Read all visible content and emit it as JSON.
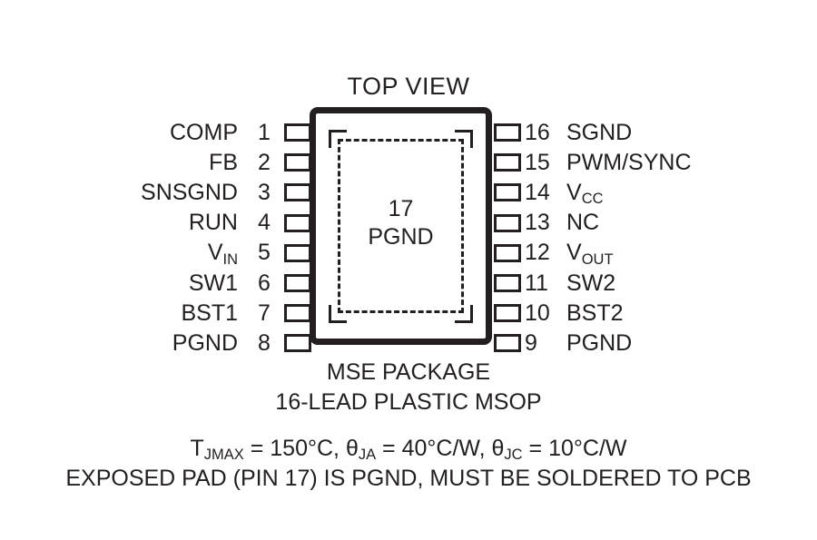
{
  "diagram": {
    "title": "TOP VIEW",
    "package_name": "MSE PACKAGE",
    "package_description": "16-LEAD PLASTIC MSOP",
    "exposed_pad": {
      "pin_number": "17",
      "pin_name": "PGND"
    },
    "notes": {
      "thermal": {
        "tj_symbol": "T",
        "tj_sub": "JMAX",
        "tj_value": " = 150°C, ",
        "theta_ja_symbol": "θ",
        "theta_ja_sub": "JA",
        "theta_ja_value": " = 40°C/W, ",
        "theta_jc_symbol": "θ",
        "theta_jc_sub": "JC",
        "theta_jc_value": " = 10°C/W"
      },
      "pad_note": "EXPOSED PAD (PIN 17) IS PGND, MUST BE SOLDERED TO PCB"
    },
    "colors": {
      "ink": "#231f20",
      "background": "#ffffff"
    },
    "pins_left": [
      {
        "number": "1",
        "name": "COMP",
        "sub": ""
      },
      {
        "number": "2",
        "name": "FB",
        "sub": ""
      },
      {
        "number": "3",
        "name": "SNSGND",
        "sub": ""
      },
      {
        "number": "4",
        "name": "RUN",
        "sub": ""
      },
      {
        "number": "5",
        "name": "V",
        "sub": "IN"
      },
      {
        "number": "6",
        "name": "SW1",
        "sub": ""
      },
      {
        "number": "7",
        "name": "BST1",
        "sub": ""
      },
      {
        "number": "8",
        "name": "PGND",
        "sub": ""
      }
    ],
    "pins_right": [
      {
        "number": "16",
        "name": "SGND",
        "sub": ""
      },
      {
        "number": "15",
        "name": "PWM/SYNC",
        "sub": ""
      },
      {
        "number": "14",
        "name": "V",
        "sub": "CC"
      },
      {
        "number": "13",
        "name": "NC",
        "sub": ""
      },
      {
        "number": "12",
        "name": "V",
        "sub": "OUT"
      },
      {
        "number": "11",
        "name": "SW2",
        "sub": ""
      },
      {
        "number": "10",
        "name": "BST2",
        "sub": ""
      },
      {
        "number": "9",
        "name": "PGND",
        "sub": ""
      }
    ]
  }
}
